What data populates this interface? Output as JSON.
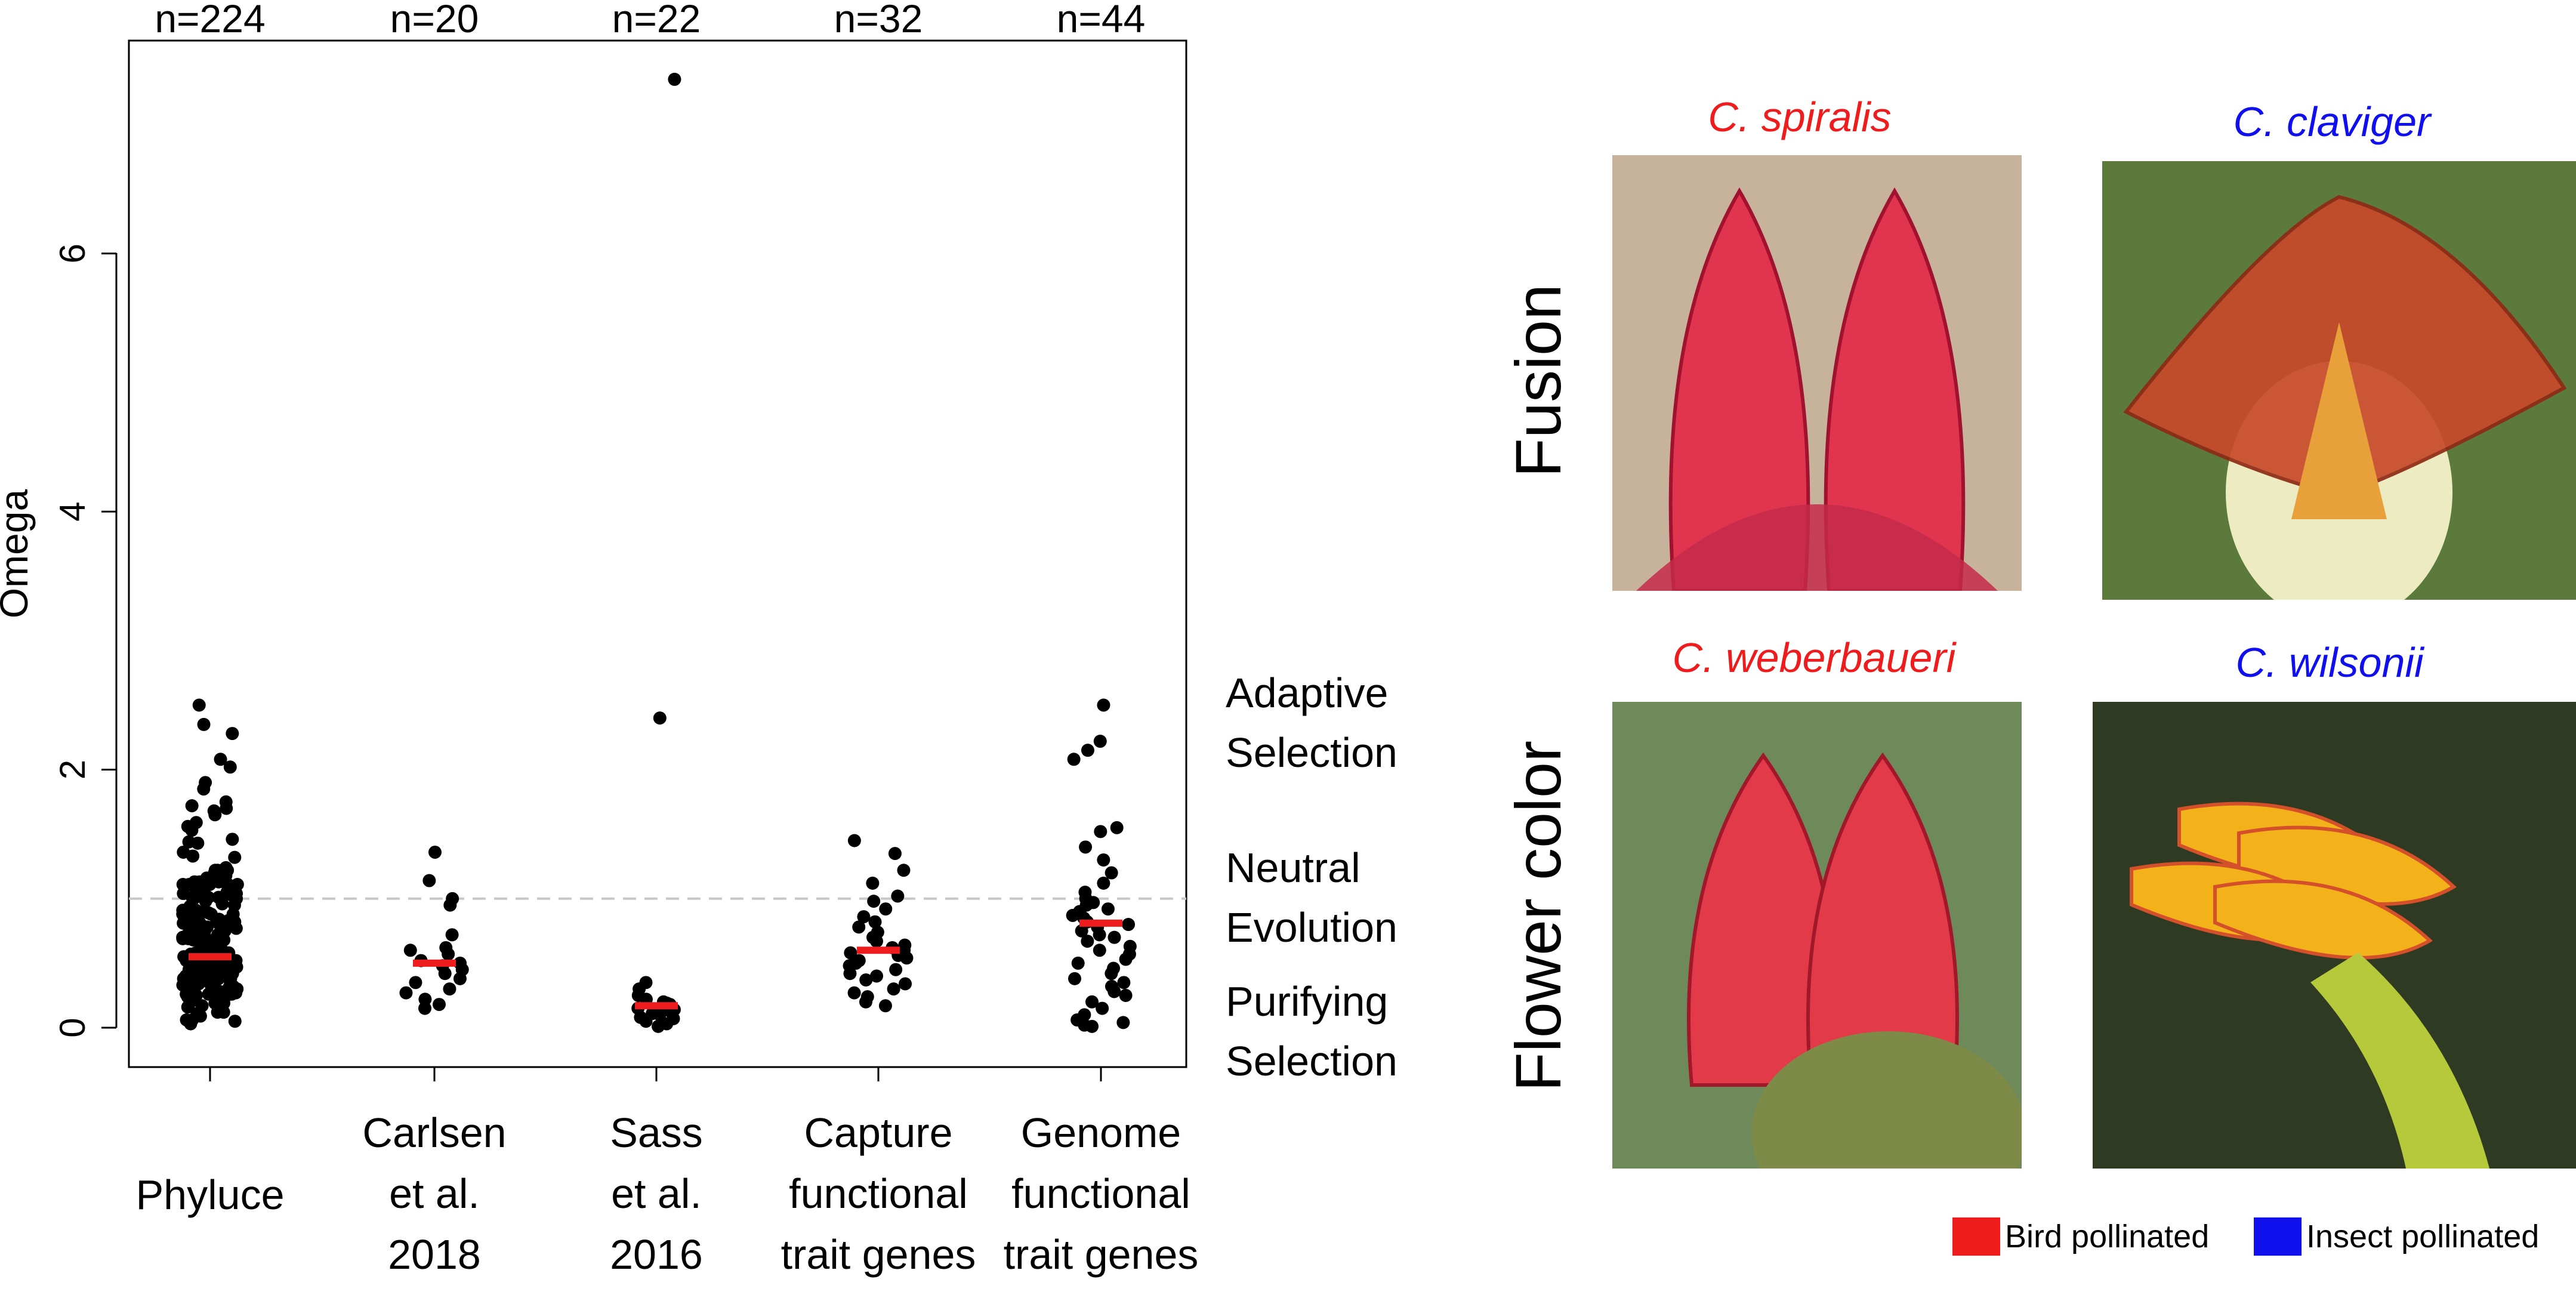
{
  "chart_data": {
    "type": "scatter",
    "title": "",
    "xlabel": "",
    "ylabel": "Omega",
    "ylim": [
      0,
      7.5
    ],
    "yticks": [
      "0",
      "2",
      "4",
      "6"
    ],
    "grid": false,
    "reference_line": {
      "y": 1.0,
      "style": "dashed",
      "color": "#c8c8c8"
    },
    "median_color": "#ee1c1c",
    "point_color": "#000000",
    "categories": [
      {
        "lines": [
          "Phyluce"
        ],
        "n_label": "n=224",
        "median": 0.55
      },
      {
        "lines": [
          "Carlsen",
          "et al.",
          "2018"
        ],
        "n_label": "n=20",
        "median": 0.5
      },
      {
        "lines": [
          "Sass",
          "et al.",
          "2016"
        ],
        "n_label": "n=22",
        "median": 0.17
      },
      {
        "lines": [
          "Capture",
          "functional",
          "trait genes"
        ],
        "n_label": "n=32",
        "median": 0.6
      },
      {
        "lines": [
          "Genome",
          "functional",
          "trait genes"
        ],
        "n_label": "n=44",
        "median": 0.81
      }
    ],
    "series": [
      {
        "values": []
      },
      {
        "values": [
          1.36,
          1.14,
          1.0,
          0.95,
          0.72,
          0.62,
          0.6,
          0.57,
          0.52,
          0.5,
          0.48,
          0.45,
          0.42,
          0.38,
          0.35,
          0.3,
          0.27,
          0.22,
          0.18,
          0.15
        ]
      },
      {
        "values": [
          7.35,
          2.4,
          0.35,
          0.3,
          0.25,
          0.22,
          0.2,
          0.19,
          0.18,
          0.17,
          0.16,
          0.15,
          0.14,
          0.13,
          0.12,
          0.11,
          0.1,
          0.08,
          0.07,
          0.05,
          0.03,
          0.01
        ]
      },
      {
        "values": [
          1.45,
          1.35,
          1.22,
          1.12,
          1.02,
          0.98,
          0.92,
          0.86,
          0.82,
          0.78,
          0.74,
          0.7,
          0.67,
          0.64,
          0.62,
          0.6,
          0.58,
          0.56,
          0.54,
          0.52,
          0.5,
          0.48,
          0.45,
          0.42,
          0.4,
          0.37,
          0.34,
          0.3,
          0.27,
          0.24,
          0.2,
          0.17
        ]
      },
      {
        "values": [
          2.5,
          2.22,
          2.15,
          2.08,
          1.55,
          1.52,
          1.4,
          1.3,
          1.2,
          1.12,
          1.05,
          1.0,
          0.97,
          0.95,
          0.92,
          0.9,
          0.87,
          0.85,
          0.82,
          0.8,
          0.78,
          0.75,
          0.72,
          0.7,
          0.67,
          0.63,
          0.6,
          0.57,
          0.53,
          0.5,
          0.46,
          0.42,
          0.38,
          0.35,
          0.32,
          0.28,
          0.25,
          0.2,
          0.15,
          0.1,
          0.06,
          0.04,
          0.02,
          0.01
        ]
      }
    ],
    "side_labels": [
      {
        "lines": [
          "Adaptive",
          "Selection"
        ]
      },
      {
        "lines": [
          "Neutral",
          "Evolution"
        ]
      },
      {
        "lines": [
          "Purifying",
          "Selection"
        ]
      }
    ]
  },
  "photos": {
    "row_labels": [
      "Fusion",
      "Flower color"
    ],
    "items": [
      {
        "species": "C. spiralis",
        "pollinator": "bird",
        "title_color": "#ee1c1c",
        "petal_color": "#e0344f",
        "bg_color": "#c7b29c"
      },
      {
        "species": "C. claviger",
        "pollinator": "insect",
        "title_color": "#1010ee",
        "petal_color": "#c84a2a",
        "bg_color": "#5b7a3c"
      },
      {
        "species": "C. weberbaueri",
        "pollinator": "bird",
        "title_color": "#ee1c1c",
        "petal_color": "#e23a48",
        "bg_color": "#6e8a5a"
      },
      {
        "species": "C. wilsonii",
        "pollinator": "insect",
        "title_color": "#1010ee",
        "petal_color": "#f4b21a",
        "bg_color": "#2e3a22"
      }
    ]
  },
  "legend": {
    "items": [
      {
        "label": "Bird pollinated",
        "color": "#ee1c1c"
      },
      {
        "label": "Insect pollinated",
        "color": "#1010ee"
      }
    ]
  }
}
